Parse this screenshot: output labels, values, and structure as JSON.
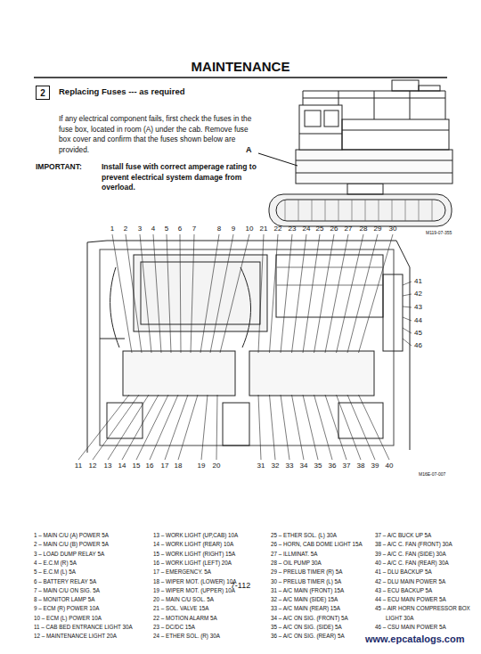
{
  "diagram": {
    "title": "MAINTENANCE",
    "nodes": [
      {
        "text": [
          "2"
        ]
      }
    ],
    "labels": [
      "Replacing Fuses --- as required",
      "If any electrical component fails, first check the fuses in the fuse box, located in room (A) under the cab. Remove fuse box cover and confirm that the fuses shown below are provided.",
      "IMPORTANT:",
      "Install fuse with correct amperage rating to prevent electrical system damage from overload.",
      "A",
      "M119-07-355",
      "1",
      "2",
      "3",
      "4",
      "5",
      "6",
      "7",
      "8",
      "9",
      "10",
      "11",
      "12",
      "13",
      "14",
      "15",
      "16",
      "17",
      "18",
      "19",
      "20",
      "21",
      "22",
      "23",
      "24",
      "25",
      "26",
      "27",
      "28",
      "29",
      "30",
      "31",
      "32",
      "33",
      "34",
      "35",
      "36",
      "37",
      "38",
      "39",
      "40",
      "41",
      "42",
      "43",
      "44",
      "45",
      "46",
      "M16E-07-007",
      "1 – MAIN C/U (A) POWER 5A",
      "2 – MAIN C/U (B) POWER 5A",
      "3 – LOAD DUMP RELAY 5A",
      "4 – E.C.M (R) 5A",
      "5 – E.C.M (L) 5A",
      "6 – BATTERY RELAY 5A",
      "7 – MAIN C/U ON SIG. 5A",
      "8 – MONITOR LAMP 5A",
      "9 – ECM (R) POWER 10A",
      "10 – ECM (L) POWER 10A",
      "11 – CAB BED ENTRANCE LIGHT 30A",
      "12 – MAINTENANCE LIGHT 20A",
      "13 – WORK LIGHT (UP,CAB) 10A",
      "14 – WORK LIGHT (REAR) 10A",
      "15 – WORK LIGHT (RIGHT) 15A",
      "16 – WORK LIGHT (LEFT) 20A",
      "17 – EMERGENCY. 5A",
      "18 – WIPER MOT. (LOWER) 10A",
      "19 – WIPER MOT. (UPPER) 10A",
      "20 – MAIN C/U SOL. 5A",
      "21 – SOL. VALVE 15A",
      "22 – MOTION ALARM 5A",
      "23 – DC/DC 15A",
      "24 – ETHER SOL. (R) 30A",
      "25 – ETHER SOL. (L) 30A",
      "26 – HORN, CAB DOME LIGHT 15A",
      "27 – ILLMINAT. 5A",
      "28 – OIL PUMP 30A",
      "29 – PRELUB TIMER (R) 5A",
      "30 – PRELUB TIMER (L) 5A",
      "31 – A/C MAIN (FRONT) 15A",
      "32 – A/C MAIN (SIDE) 15A",
      "33 – A/C MAIN (REAR) 15A",
      "34 – A/C ON SIG. (FRONT) 5A",
      "35 – A/C ON SIG. (SIDE) 5A",
      "36 – A/C ON SIG. (REAR) 5A",
      "37 – A/C BUCK UP 5A",
      "38 – A/C C. FAN (FRONT) 30A",
      "39 – A/C C. FAN (SIDE) 30A",
      "40 – A/C C. FAN (REAR) 30A",
      "41 – DLU BACKUP 5A",
      "42 – DLU MAIN POWER 5A",
      "43 – ECU BACKUP 5A",
      "44 – ECU MAIN POWER 5A",
      "45 – AIR HORN COMPRESSOR BOX LIGHT 30A",
      "46 – CSU MAIN POWER 5A",
      "7-112",
      "www.epcatalogs.com"
    ]
  }
}
